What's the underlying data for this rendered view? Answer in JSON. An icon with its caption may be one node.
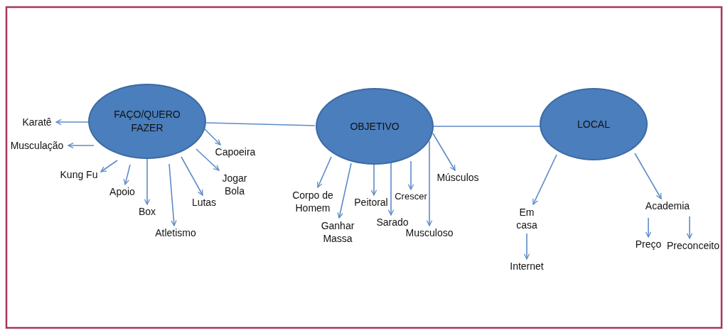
{
  "diagram": {
    "nodes": [
      {
        "text": [
          "FAÇO/QUERO FAZER"
        ]
      },
      {
        "text": [
          "OBJETIVO"
        ]
      },
      {
        "text": [
          "LOCAL"
        ]
      },
      {
        "text": [
          "Karatê"
        ]
      },
      {
        "text": [
          "Musculação"
        ]
      },
      {
        "text": [
          "Kung Fu"
        ]
      },
      {
        "text": [
          "Apoio"
        ]
      },
      {
        "text": [
          "Box"
        ]
      },
      {
        "text": [
          "Atletismo"
        ]
      },
      {
        "text": [
          "Lutas"
        ]
      },
      {
        "text": [
          "Capoeira"
        ]
      },
      {
        "text": [
          "Jogar Bola"
        ]
      },
      {
        "text": [
          "Corpo de Homem"
        ]
      },
      {
        "text": [
          "Ganhar Massa"
        ]
      },
      {
        "text": [
          "Peitoral"
        ]
      },
      {
        "text": [
          "Sarado"
        ]
      },
      {
        "text": [
          "Crescer"
        ]
      },
      {
        "text": [
          "Musculoso"
        ]
      },
      {
        "text": [
          "Músculos"
        ]
      },
      {
        "text": [
          "Em casa"
        ]
      },
      {
        "text": [
          "Internet"
        ]
      },
      {
        "text": [
          "Academia"
        ]
      },
      {
        "text": [
          "Preço"
        ]
      },
      {
        "text": [
          "Preconceito"
        ]
      }
    ],
    "edges": [
      {
        "from": 0,
        "to": 1,
        "arrow": "none"
      },
      {
        "from": 1,
        "to": 2,
        "arrow": "none"
      },
      {
        "from": 0,
        "to": 3,
        "arrow": "to"
      },
      {
        "from": 0,
        "to": 4,
        "arrow": "to"
      },
      {
        "from": 0,
        "to": 5,
        "arrow": "to"
      },
      {
        "from": 0,
        "to": 6,
        "arrow": "to"
      },
      {
        "from": 0,
        "to": 7,
        "arrow": "to"
      },
      {
        "from": 0,
        "to": 8,
        "arrow": "to"
      },
      {
        "from": 0,
        "to": 9,
        "arrow": "to"
      },
      {
        "from": 0,
        "to": 10,
        "arrow": "to"
      },
      {
        "from": 0,
        "to": 11,
        "arrow": "to"
      },
      {
        "from": 1,
        "to": 12,
        "arrow": "to"
      },
      {
        "from": 1,
        "to": 13,
        "arrow": "to"
      },
      {
        "from": 1,
        "to": 14,
        "arrow": "to"
      },
      {
        "from": 1,
        "to": 15,
        "arrow": "to"
      },
      {
        "from": 1,
        "to": 16,
        "arrow": "to"
      },
      {
        "from": 1,
        "to": 17,
        "arrow": "to"
      },
      {
        "from": 1,
        "to": 18,
        "arrow": "to"
      },
      {
        "from": 2,
        "to": 19,
        "arrow": "to"
      },
      {
        "from": 2,
        "to": 21,
        "arrow": "to"
      },
      {
        "from": 19,
        "to": 20,
        "arrow": "to"
      },
      {
        "from": 21,
        "to": 22,
        "arrow": "to"
      },
      {
        "from": 21,
        "to": 23,
        "arrow": "to"
      }
    ]
  }
}
